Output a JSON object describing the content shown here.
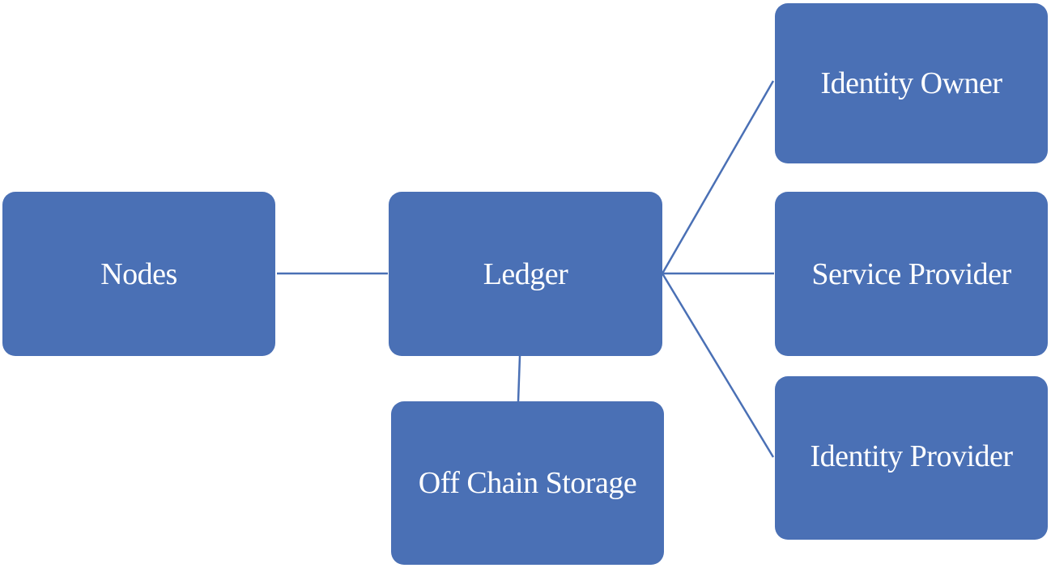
{
  "diagram": {
    "title": "",
    "box_color": "#4a70b5",
    "text_color": "#ffffff",
    "line_color": "#4a70b5",
    "nodes": [
      {
        "id": "nodes",
        "label": "Nodes"
      },
      {
        "id": "ledger",
        "label": "Ledger"
      },
      {
        "id": "off_chain_storage",
        "label": "Off Chain Storage"
      },
      {
        "id": "identity_owner",
        "label": "Identity Owner"
      },
      {
        "id": "service_provider",
        "label": "Service Provider"
      },
      {
        "id": "identity_provider",
        "label": "Identity Provider"
      }
    ],
    "edges": [
      {
        "from": "nodes",
        "to": "ledger"
      },
      {
        "from": "ledger",
        "to": "off_chain_storage"
      },
      {
        "from": "ledger",
        "to": "identity_owner"
      },
      {
        "from": "ledger",
        "to": "service_provider"
      },
      {
        "from": "ledger",
        "to": "identity_provider"
      }
    ]
  }
}
